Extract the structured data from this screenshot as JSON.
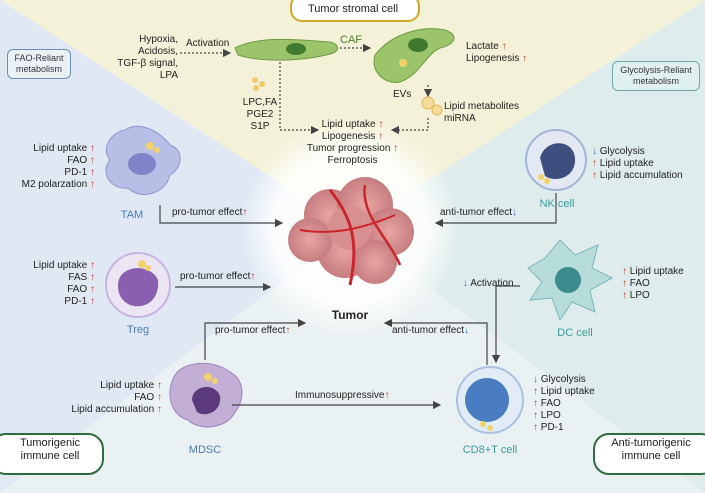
{
  "title": "Tumor stromal cell",
  "center_label": "Tumor",
  "fao_box": "FAO-Reliant metabolism",
  "glyco_box": "Glycolysis-Reliant metabolism",
  "tumorigenic_box": "Tumorigenic immune cell",
  "anti_box": "Anti-tumorigenic immune cell",
  "caf": {
    "label": "CAF",
    "left_lines": [
      "Hypoxia,",
      "Acidosis,",
      "TGF-β signal,",
      "LPA"
    ],
    "activation": "Activation",
    "right_lines": [
      {
        "t": "Lactate",
        "m": "↑"
      },
      {
        "t": "Lipogenesis",
        "m": "↑"
      }
    ],
    "secreted": [
      "LPC,FA",
      "PGE2",
      "S1P"
    ],
    "evs": "EVs",
    "lipid_metabolites": [
      "Lipid metabolites",
      "miRNA"
    ],
    "effects": [
      {
        "t": "Lipid uptake",
        "m": "↑"
      },
      {
        "t": "Lipogenesis",
        "m": "↑"
      },
      {
        "t": "Tumor progression",
        "m": "↑"
      },
      {
        "t": "Ferroptosis",
        "m": ""
      }
    ]
  },
  "tam": {
    "label": "TAM",
    "lines": [
      {
        "t": "Lipid uptake",
        "m": "↑"
      },
      {
        "t": "FAO",
        "m": "↑"
      },
      {
        "t": "PD-1",
        "m": "↑"
      },
      {
        "t": "M2 polarzation",
        "m": "↑"
      }
    ],
    "effect": "pro-tumor effect",
    "effect_mark": "↑"
  },
  "treg": {
    "label": "Treg",
    "lines": [
      {
        "t": "Lipid uptake",
        "m": "↑"
      },
      {
        "t": "FAS",
        "m": "↑"
      },
      {
        "t": "FAO",
        "m": "↑"
      },
      {
        "t": "PD-1",
        "m": "↑"
      }
    ],
    "effect": "pro-tumor effect",
    "effect_mark": "↑"
  },
  "mdsc": {
    "label": "MDSC",
    "lines": [
      {
        "t": "Lipid uptake",
        "m": "↑"
      },
      {
        "t": "FAO",
        "m": "↑"
      },
      {
        "t": "Lipid accumulation",
        "m": "↑"
      }
    ],
    "effect": "pro-tumor effect",
    "effect_mark": "↑",
    "immuno": "Immunosuppressive",
    "immuno_mark": "↑"
  },
  "nk": {
    "label": "NK cell",
    "lines": [
      {
        "m": "↓",
        "t": "Glycolysis"
      },
      {
        "m": "↑",
        "t": "Lipid uptake"
      },
      {
        "m": "↑",
        "t": "Lipid accumulation"
      }
    ],
    "effect": "anti-tumor effect",
    "effect_mark": "↓"
  },
  "dc": {
    "label": "DC cell",
    "lines": [
      {
        "m": "↑",
        "t": "Lipid uptake"
      },
      {
        "m": "↑",
        "t": "FAO"
      },
      {
        "m": "↑",
        "t": "LPO"
      }
    ],
    "activation": "Activation",
    "activation_mark": "↓"
  },
  "cd8": {
    "label": "CD8+T cell",
    "lines": [
      {
        "m": "↓",
        "t": "Glycolysis"
      },
      {
        "m": "↑",
        "t": "Lipid uptake"
      },
      {
        "m": "↑",
        "t": "FAO"
      },
      {
        "m": "↑",
        "t": "LPO"
      },
      {
        "m": "↑",
        "t": "PD-1"
      }
    ],
    "effect": "anti-tumor effect",
    "effect_mark": "↓"
  }
}
